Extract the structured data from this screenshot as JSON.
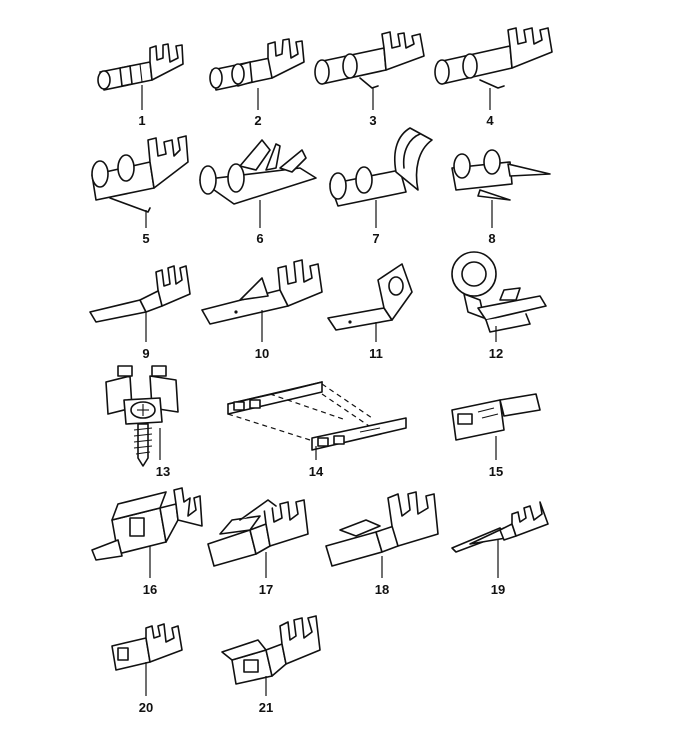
{
  "parts": [
    {
      "label": "1"
    },
    {
      "label": "2"
    },
    {
      "label": "3"
    },
    {
      "label": "4"
    },
    {
      "label": "5"
    },
    {
      "label": "6"
    },
    {
      "label": "7"
    },
    {
      "label": "8"
    },
    {
      "label": "9"
    },
    {
      "label": "10"
    },
    {
      "label": "11"
    },
    {
      "label": "12"
    },
    {
      "label": "13"
    },
    {
      "label": "14"
    },
    {
      "label": "15"
    },
    {
      "label": "16"
    },
    {
      "label": "17"
    },
    {
      "label": "18"
    },
    {
      "label": "19"
    },
    {
      "label": "20"
    },
    {
      "label": "21"
    }
  ]
}
